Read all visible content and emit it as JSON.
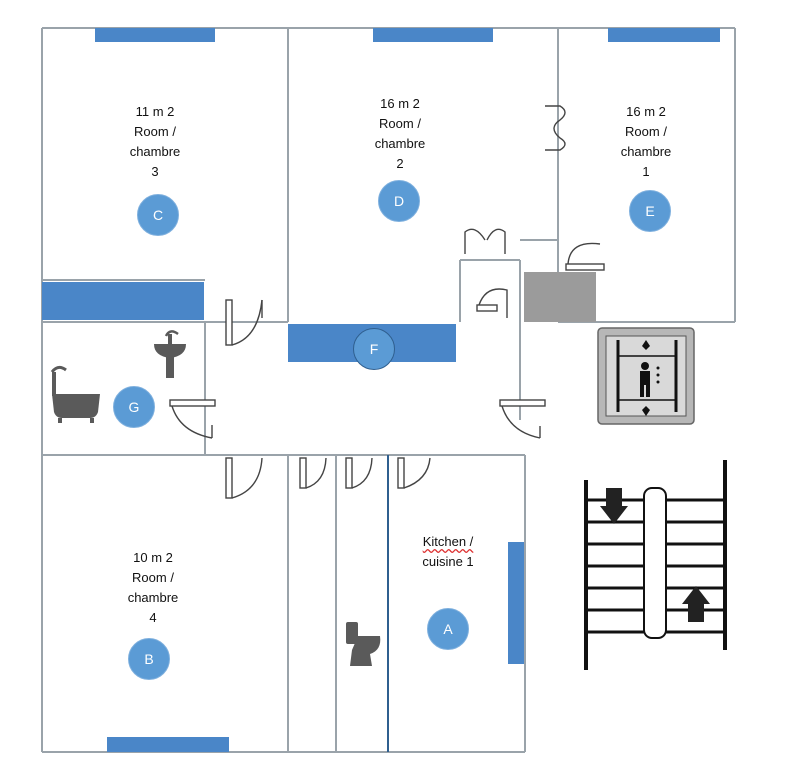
{
  "rooms": {
    "room3": {
      "area": "11 m 2",
      "name": "Room /",
      "name2": "chambre",
      "number": "3",
      "marker": "C"
    },
    "room2": {
      "area": "16 m 2",
      "name": "Room /",
      "name2": "chambre",
      "number": "2",
      "marker": "D"
    },
    "room1": {
      "area": "16 m 2",
      "name": "Room /",
      "name2": "chambre",
      "number": "1",
      "marker": "E"
    },
    "room4": {
      "area": "10 m 2",
      "name": "Room /",
      "name2": "chambre",
      "number": "4",
      "marker": "B"
    },
    "kitchen": {
      "name": "Kitchen /",
      "name2": "cuisine 1",
      "marker": "A"
    },
    "hall": {
      "marker": "F"
    },
    "bathroom": {
      "marker": "G"
    }
  },
  "colors": {
    "wall": "#9aa3aa",
    "window": "#4a86c8",
    "marker": "#5b9bd5",
    "fixture": "#5a5a5a",
    "elevator_bg": "#b7b7b7"
  },
  "icons": [
    "window",
    "door-swing",
    "bathtub-icon",
    "sink-icon",
    "toilet-icon",
    "elevator-icon",
    "staircase-icon"
  ]
}
